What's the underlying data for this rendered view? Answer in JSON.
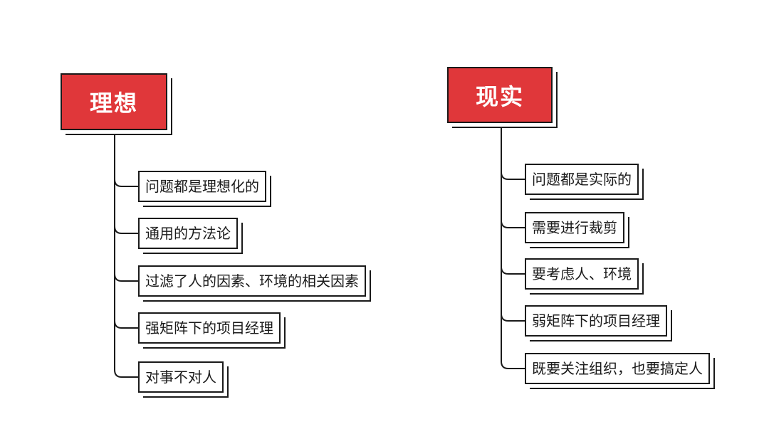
{
  "left": {
    "title": "理想",
    "items": [
      "问题都是理想化的",
      "通用的方法论",
      "过滤了人的因素、环境的相关因素",
      "强矩阵下的项目经理",
      "对事不对人"
    ]
  },
  "right": {
    "title": "现实",
    "items": [
      "问题都是实际的",
      "需要进行裁剪",
      "要考虑人、环境",
      "弱矩阵下的项目经理",
      "既要关注组织，也要搞定人"
    ]
  },
  "colors": {
    "root_fill": "#e0373a",
    "line": "#1a1a1a",
    "item_fill": "#ffffff"
  }
}
